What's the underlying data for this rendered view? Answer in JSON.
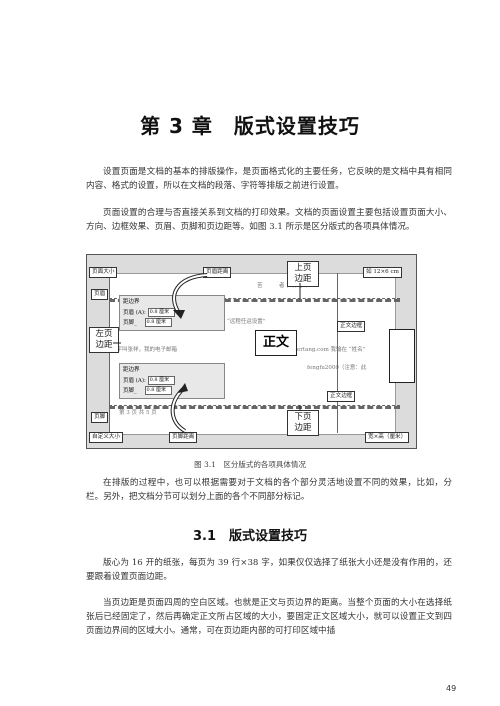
{
  "chapter": {
    "title": "第 3 章　版式设置技巧"
  },
  "intro": {
    "p1": "设置页面是文档的基本的排版操作，是页面格式化的主要任务，它反映的是文档中具有相同内容、格式的设置，所以在文档的段落、字符等排版之前进行设置。",
    "p2": "页面设置的合理与否直接关系到文档的打印效果。文档的页面设置主要包括设置页面大小、方向、边框效果、页眉、页脚和页边距等。如图 3.1 所示是区分版式的各项具体情况。"
  },
  "figure": {
    "labels": {
      "page_size": "页面大小",
      "header_distance": "页眉距离",
      "top_margin": "上页\n边距",
      "size_box": "如 12×6 cm",
      "header": "页眉",
      "left_margin": "左页\n边距",
      "body": "正文",
      "text_border": "正文边框",
      "page_border": "正文边框",
      "footer": "页脚",
      "custom_size": "自定义大小",
      "footer_distance": "页脚距离",
      "bottom_margin": "下页\n边距",
      "width_height": "宽×高（厘米）"
    },
    "dialog_top": {
      "title": "距边界",
      "row1_label": "页眉 (A):",
      "row1_value": "0.8 厘米",
      "row2_label": "页脚_",
      "row2_value": "0.8 厘米"
    },
    "dialog_bottom": {
      "title": "距边界",
      "row1_label": "页眉 (A):",
      "row1_value": "0.8 厘米",
      "row2_label": "页脚_",
      "row2_value": "0.8 厘米"
    },
    "faint_text": {
      "header_line": "苦　　　者 ，杯七许",
      "line_a": "“远程任运设置”",
      "line_b": "例：我的名字叫张祥，我的电子邮箱",
      "line_c": "ertang.com 我输在 “姓名”",
      "line_d": "fengfu2000（注意：此",
      "footer_line": "第 3 页 共 5 页"
    },
    "caption": "图 3.1　区分版式的各项具体情况"
  },
  "after_figure": {
    "p1": "在排版的过程中，也可以根据需要对于文档的各个部分灵活地设置不同的效果，比如，分栏。另外，把文档分节可以划分上面的各个不同部分标记。"
  },
  "section": {
    "title": "3.1　版式设置技巧"
  },
  "section_body": {
    "p1": "版心为 16 开的纸张，每页为 39 行×38 字，如果仅仅选择了纸张大小还是没有作用的，还要跟着设置页面边距。",
    "p2": "当页边距是页面四周的空白区域。也就是正文与页边界的距离。当整个页面的大小在选择纸张后已经固定了，然后再确定正文所占区域的大小，要固定正文区域大小，就可以设置正文到四页面边界间的区域大小。通常，可在页边距内部的可打印区域中插"
  },
  "page_number": "49"
}
